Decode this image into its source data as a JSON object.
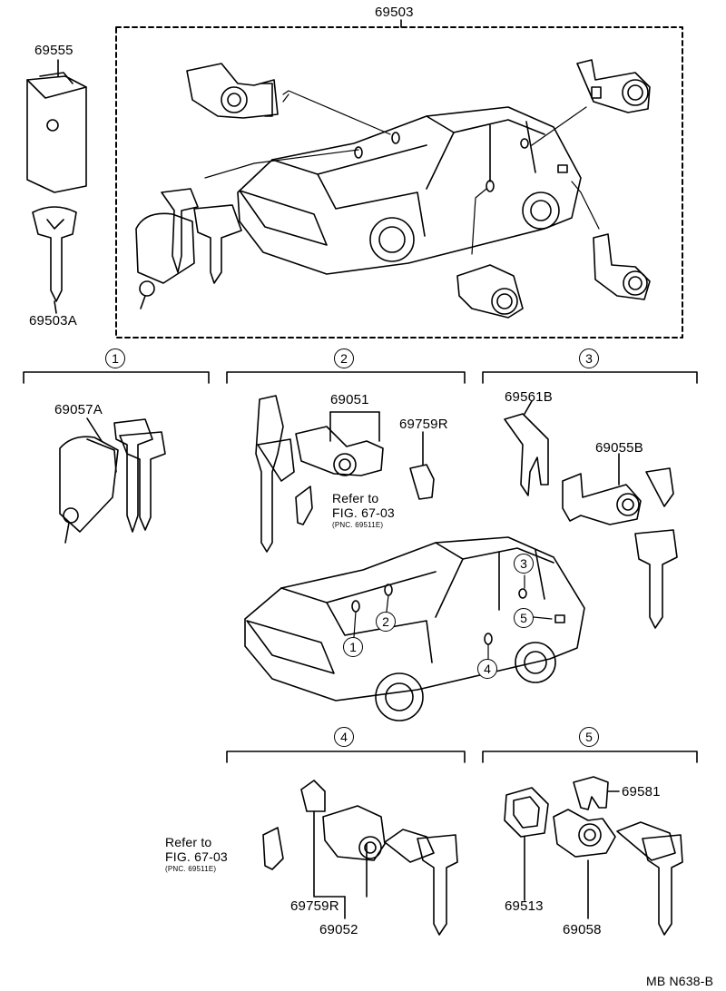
{
  "parts": {
    "p69503": "69503",
    "p69555": "69555",
    "p69503A": "69503A",
    "p69057A": "69057A",
    "p69051": "69051",
    "p69759R_a": "69759R",
    "p69561B": "69561B",
    "p69055B": "69055B",
    "p69581": "69581",
    "p69759R_b": "69759R",
    "p69052": "69052",
    "p69513": "69513",
    "p69058": "69058"
  },
  "refs": {
    "ref1_line1": "Refer to",
    "ref1_line2": "FIG. 67-03",
    "ref1_line3": "(PNC. 69511E)",
    "ref2_line1": "Refer to",
    "ref2_line2": "FIG. 67-03",
    "ref2_line3": "(PNC. 69511E)"
  },
  "callouts": {
    "c1": "1",
    "c2": "2",
    "c3": "3",
    "c4": "4",
    "c5": "5",
    "car1": "1",
    "car2": "2",
    "car3": "3",
    "car4": "4",
    "car5": "5"
  },
  "footer": {
    "code": "MB N638-B"
  }
}
